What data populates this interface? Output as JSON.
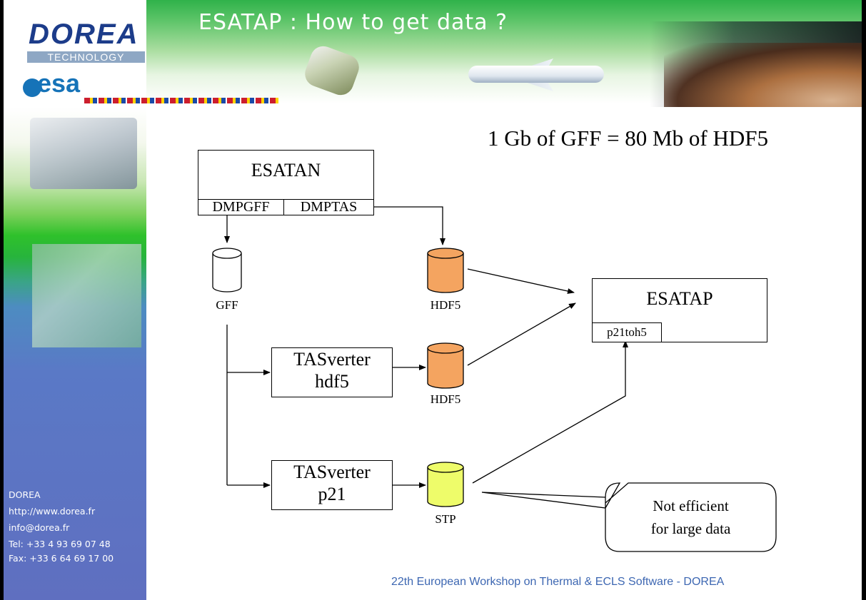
{
  "header": {
    "title": "ESATAP : How to get data ?"
  },
  "logos": {
    "dorea": "DOREA",
    "technology": "TECHNOLOGY",
    "esa": "esa"
  },
  "contact": {
    "company": "DOREA",
    "url": "http://www.dorea.fr",
    "email": "info@dorea.fr",
    "tel": "Tel: +33 4 93 69 07 48",
    "fax": "Fax: +33 6 64 69 17 00"
  },
  "diagram": {
    "ratio_note": "1 Gb of GFF = 80 Mb of HDF5",
    "esatan": {
      "title": "ESATAN",
      "port_gff": "DMPGFF",
      "port_tas": "DMPTAS"
    },
    "esatap": {
      "title": "ESATAP",
      "port": "p21toh5"
    },
    "tasverter_hdf5": {
      "line1": "TASverter",
      "line2": "hdf5"
    },
    "tasverter_p21": {
      "line1": "TASverter",
      "line2": "p21"
    },
    "db_gff_label": "GFF",
    "db_hdf5_top_label": "HDF5",
    "db_hdf5_mid_label": "HDF5",
    "db_stp_label": "STP",
    "callout": {
      "line1": "Not efficient",
      "line2": "for large data"
    },
    "colors": {
      "hdf5": "#f4a460",
      "stp": "#eefc6a",
      "gff": "#ffffff"
    }
  },
  "footer": "22th European Workshop on Thermal & ECLS Software - DOREA"
}
